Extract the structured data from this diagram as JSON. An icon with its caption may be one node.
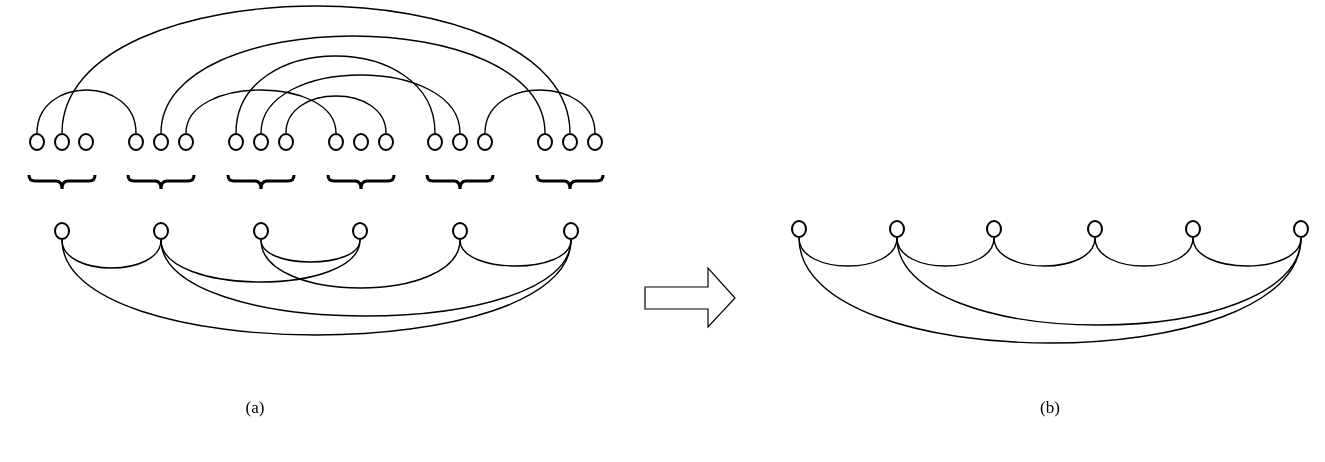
{
  "diagram": {
    "nodes": [
      {
        "text": [],
        "shape": "circle"
      },
      {
        "text": [],
        "shape": "circle"
      },
      {
        "text": [],
        "shape": "circle"
      },
      {
        "text": [],
        "shape": "circle"
      },
      {
        "text": [],
        "shape": "circle"
      },
      {
        "text": [],
        "shape": "circle"
      },
      {
        "text": [],
        "shape": "circle"
      },
      {
        "text": [],
        "shape": "circle"
      },
      {
        "text": [],
        "shape": "circle"
      },
      {
        "text": [],
        "shape": "circle"
      },
      {
        "text": [],
        "shape": "circle"
      },
      {
        "text": [],
        "shape": "circle"
      },
      {
        "text": [],
        "shape": "circle"
      },
      {
        "text": [],
        "shape": "circle"
      },
      {
        "text": [],
        "shape": "circle"
      },
      {
        "text": [],
        "shape": "circle"
      },
      {
        "text": [],
        "shape": "circle"
      },
      {
        "text": [],
        "shape": "circle"
      },
      {
        "text": [],
        "shape": "circle"
      },
      {
        "text": [],
        "shape": "circle"
      },
      {
        "text": [],
        "shape": "circle"
      },
      {
        "text": [],
        "shape": "circle"
      },
      {
        "text": [],
        "shape": "circle"
      },
      {
        "text": [],
        "shape": "circle"
      },
      {
        "text": [],
        "shape": "circle"
      },
      {
        "text": [],
        "shape": "circle"
      },
      {
        "text": [],
        "shape": "circle"
      },
      {
        "text": [],
        "shape": "circle"
      },
      {
        "text": [],
        "shape": "circle"
      },
      {
        "text": [],
        "shape": "circle"
      }
    ],
    "edges": [
      {
        "from": 0,
        "to": 3,
        "arrow": "none"
      },
      {
        "from": 1,
        "to": 16,
        "arrow": "none"
      },
      {
        "from": 4,
        "to": 15,
        "arrow": "none"
      },
      {
        "from": 5,
        "to": 9,
        "arrow": "none"
      },
      {
        "from": 6,
        "to": 12,
        "arrow": "none"
      },
      {
        "from": 7,
        "to": 13,
        "arrow": "none"
      },
      {
        "from": 8,
        "to": 11,
        "arrow": "none"
      },
      {
        "from": 14,
        "to": 17,
        "arrow": "none"
      },
      {
        "from": 18,
        "to": 19,
        "arrow": "none"
      },
      {
        "from": 18,
        "to": 23,
        "arrow": "none"
      },
      {
        "from": 19,
        "to": 21,
        "arrow": "none"
      },
      {
        "from": 19,
        "to": 23,
        "arrow": "none"
      },
      {
        "from": 20,
        "to": 21,
        "arrow": "none"
      },
      {
        "from": 20,
        "to": 22,
        "arrow": "none"
      },
      {
        "from": 22,
        "to": 23,
        "arrow": "none"
      },
      {
        "from": 24,
        "to": 25,
        "arrow": "none"
      },
      {
        "from": 25,
        "to": 26,
        "arrow": "none"
      },
      {
        "from": 26,
        "to": 27,
        "arrow": "none"
      },
      {
        "from": 27,
        "to": 28,
        "arrow": "none"
      },
      {
        "from": 28,
        "to": 29,
        "arrow": "none"
      },
      {
        "from": 24,
        "to": 29,
        "arrow": "none"
      },
      {
        "from": 25,
        "to": 29,
        "arrow": "none"
      }
    ],
    "labels": [
      "(a)",
      "(b)"
    ]
  }
}
